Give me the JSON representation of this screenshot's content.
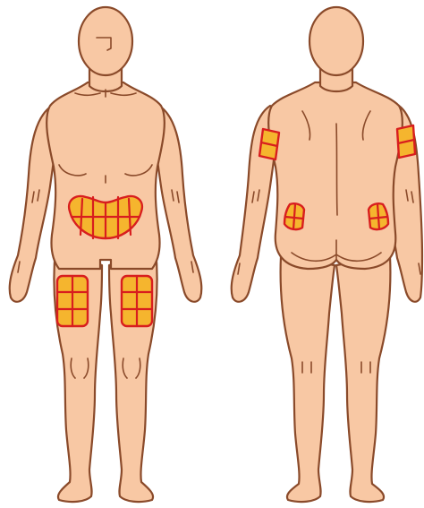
{
  "figure": {
    "views": [
      "front",
      "back"
    ],
    "colors": {
      "skin": "#f8c8a4",
      "outline": "#8a4a2a",
      "zone_fill": "#f5b52e",
      "zone_outline": "#d81e1e",
      "background": "#ffffff"
    },
    "front_zones": [
      "abdomen",
      "left-thigh",
      "right-thigh"
    ],
    "back_zones": [
      "left-upper-arm",
      "right-upper-arm",
      "left-hip",
      "right-hip"
    ]
  }
}
